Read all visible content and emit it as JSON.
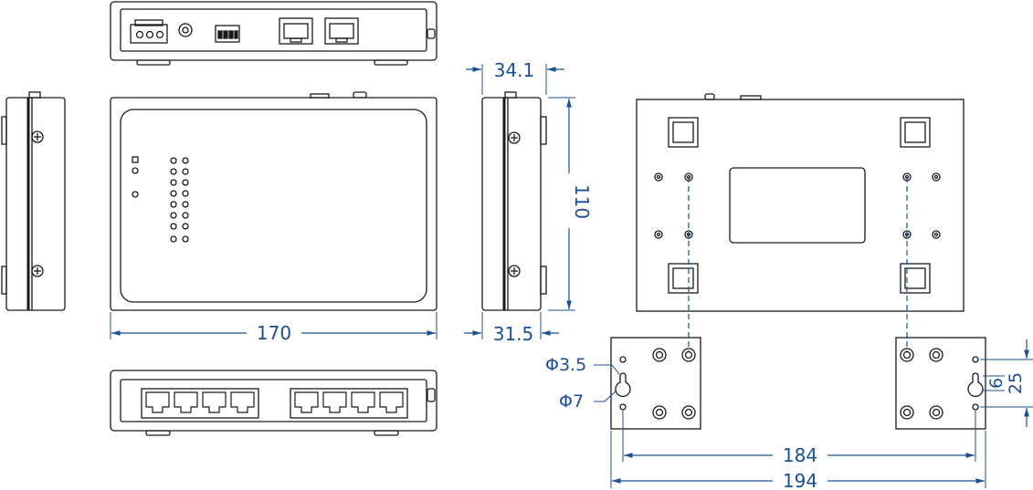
{
  "dimensions": {
    "width_170": "170",
    "height_110": "110",
    "depth_34_1": "34.1",
    "depth_31_5": "31.5",
    "hole_phi_3_5": "Φ3.5",
    "hole_phi_7": "Φ7",
    "spacing_184": "184",
    "spacing_194": "194",
    "slot_6": "6",
    "slot_25": "25"
  },
  "colors": {
    "outline": "#1a1a1a",
    "dimension": "#1a4f96",
    "panel_fill": "#ffffff"
  },
  "icons": {
    "screw": "screw-icon",
    "rj45": "rj45-port-icon",
    "led": "led-indicator-icon"
  }
}
